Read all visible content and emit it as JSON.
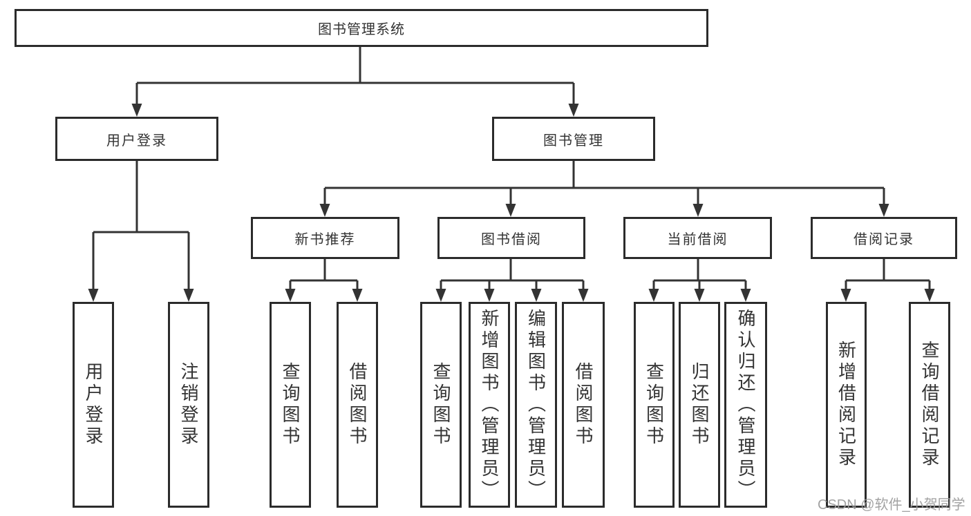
{
  "tree": {
    "root": "图书管理系统",
    "children": [
      {
        "label": "用户登录",
        "children": [
          {
            "label": "用户登录"
          },
          {
            "label": "注销登录"
          }
        ]
      },
      {
        "label": "图书管理",
        "children": [
          {
            "label": "新书推荐",
            "children": [
              {
                "label": "查询图书"
              },
              {
                "label": "借阅图书"
              }
            ]
          },
          {
            "label": "图书借阅",
            "children": [
              {
                "label": "查询图书"
              },
              {
                "label": "新增图书（管理员）"
              },
              {
                "label": "编辑图书（管理员）"
              },
              {
                "label": "借阅图书"
              }
            ]
          },
          {
            "label": "当前借阅",
            "children": [
              {
                "label": "查询图书"
              },
              {
                "label": "归还图书"
              },
              {
                "label": "确认归还（管理员）"
              }
            ]
          },
          {
            "label": "借阅记录",
            "children": [
              {
                "label": "新增借阅记录"
              },
              {
                "label": "查询借阅记录"
              }
            ]
          }
        ]
      }
    ]
  },
  "watermark": {
    "text": "CSDN @软件_小贺同学"
  },
  "colors": {
    "border": "#2b2b2b",
    "line": "#333333",
    "text": "#333333",
    "watermark": "#9b9b9b"
  }
}
